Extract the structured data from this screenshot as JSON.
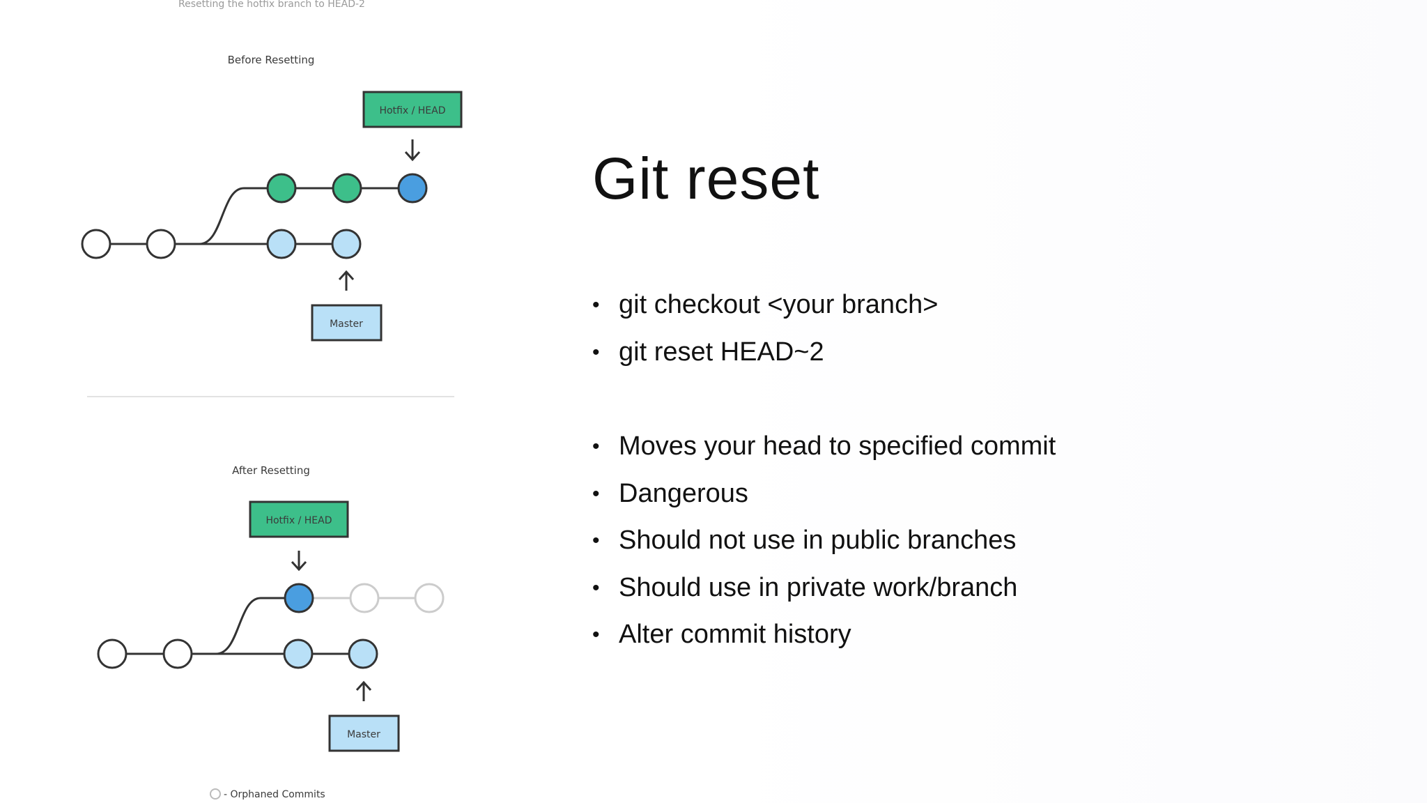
{
  "diagram": {
    "caption": "Resetting the hotfix branch to HEAD-2",
    "before_title": "Before Resetting",
    "after_title": "After Resetting",
    "hotfix_label": "Hotfix / HEAD",
    "master_label": "Master",
    "legend_text": "- Orphaned Commits",
    "colors": {
      "hotfix_green": "#3dbf8a",
      "head_blue": "#4a9ee0",
      "master_light_blue": "#b9e0f7",
      "orphan_gray": "#cccccc",
      "line": "#333333"
    }
  },
  "slide": {
    "title": "Git reset",
    "bullets_commands": [
      "git checkout <your branch>",
      "git reset HEAD~2"
    ],
    "bullets_notes": [
      "Moves your head to specified commit",
      "Dangerous",
      "Should not use in public branches",
      "Should use in private work/branch",
      "Alter commit history"
    ],
    "bullet_glyph": "•"
  }
}
